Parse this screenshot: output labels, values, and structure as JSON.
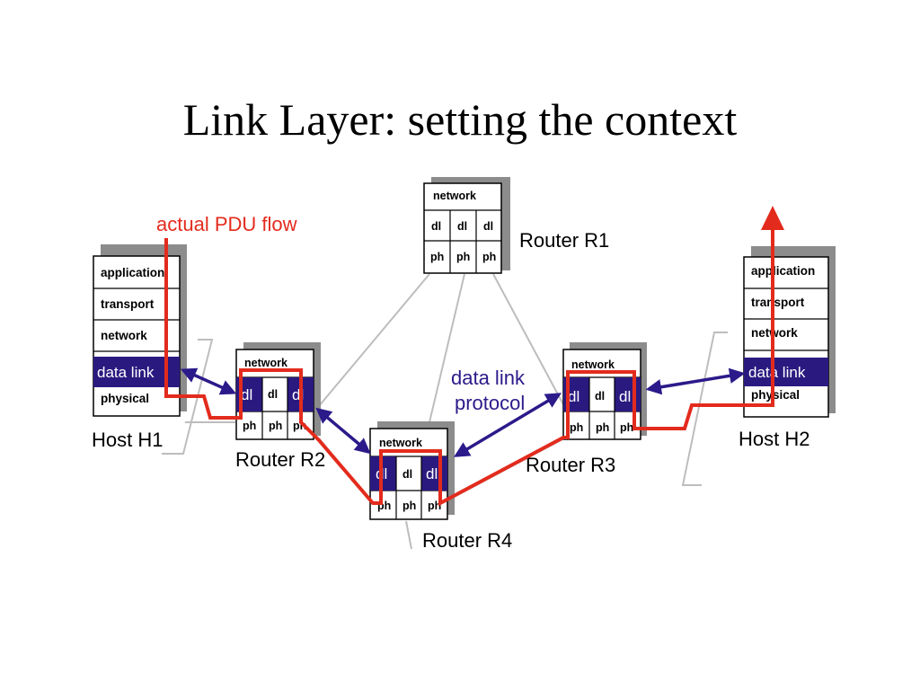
{
  "title": "Link Layer: setting the context",
  "labels": {
    "pdu_flow": "actual PDU flow",
    "protocol_line1": "data link",
    "protocol_line2": "protocol"
  },
  "hosts": [
    {
      "name": "Host H1",
      "layers": [
        "application",
        "transport",
        "network",
        "data link",
        "physical"
      ]
    },
    {
      "name": "Host H2",
      "layers": [
        "application",
        "transport",
        "network",
        "data link",
        "physical"
      ]
    }
  ],
  "routers": [
    {
      "name": "Router R1",
      "top": "network",
      "mid": [
        "dl",
        "dl",
        "dl"
      ],
      "bot": [
        "ph",
        "ph",
        "ph"
      ]
    },
    {
      "name": "Router R2",
      "top": "network",
      "mid": [
        "dl",
        "dl",
        "dl"
      ],
      "bot": [
        "ph",
        "ph",
        "ph"
      ]
    },
    {
      "name": "Router R3",
      "top": "network",
      "mid": [
        "dl",
        "dl",
        "dl"
      ],
      "bot": [
        "ph",
        "ph",
        "ph"
      ]
    },
    {
      "name": "Router R4",
      "top": "network",
      "mid": [
        "dl",
        "dl",
        "dl"
      ],
      "bot": [
        "ph",
        "ph",
        "ph"
      ]
    }
  ],
  "colors": {
    "flow": "#e32b1d",
    "protocol": "#2b1a8a",
    "data_link_fill": "#2a1a80",
    "link_line": "#bdbdbd",
    "shadow": "#8c8c8c"
  }
}
